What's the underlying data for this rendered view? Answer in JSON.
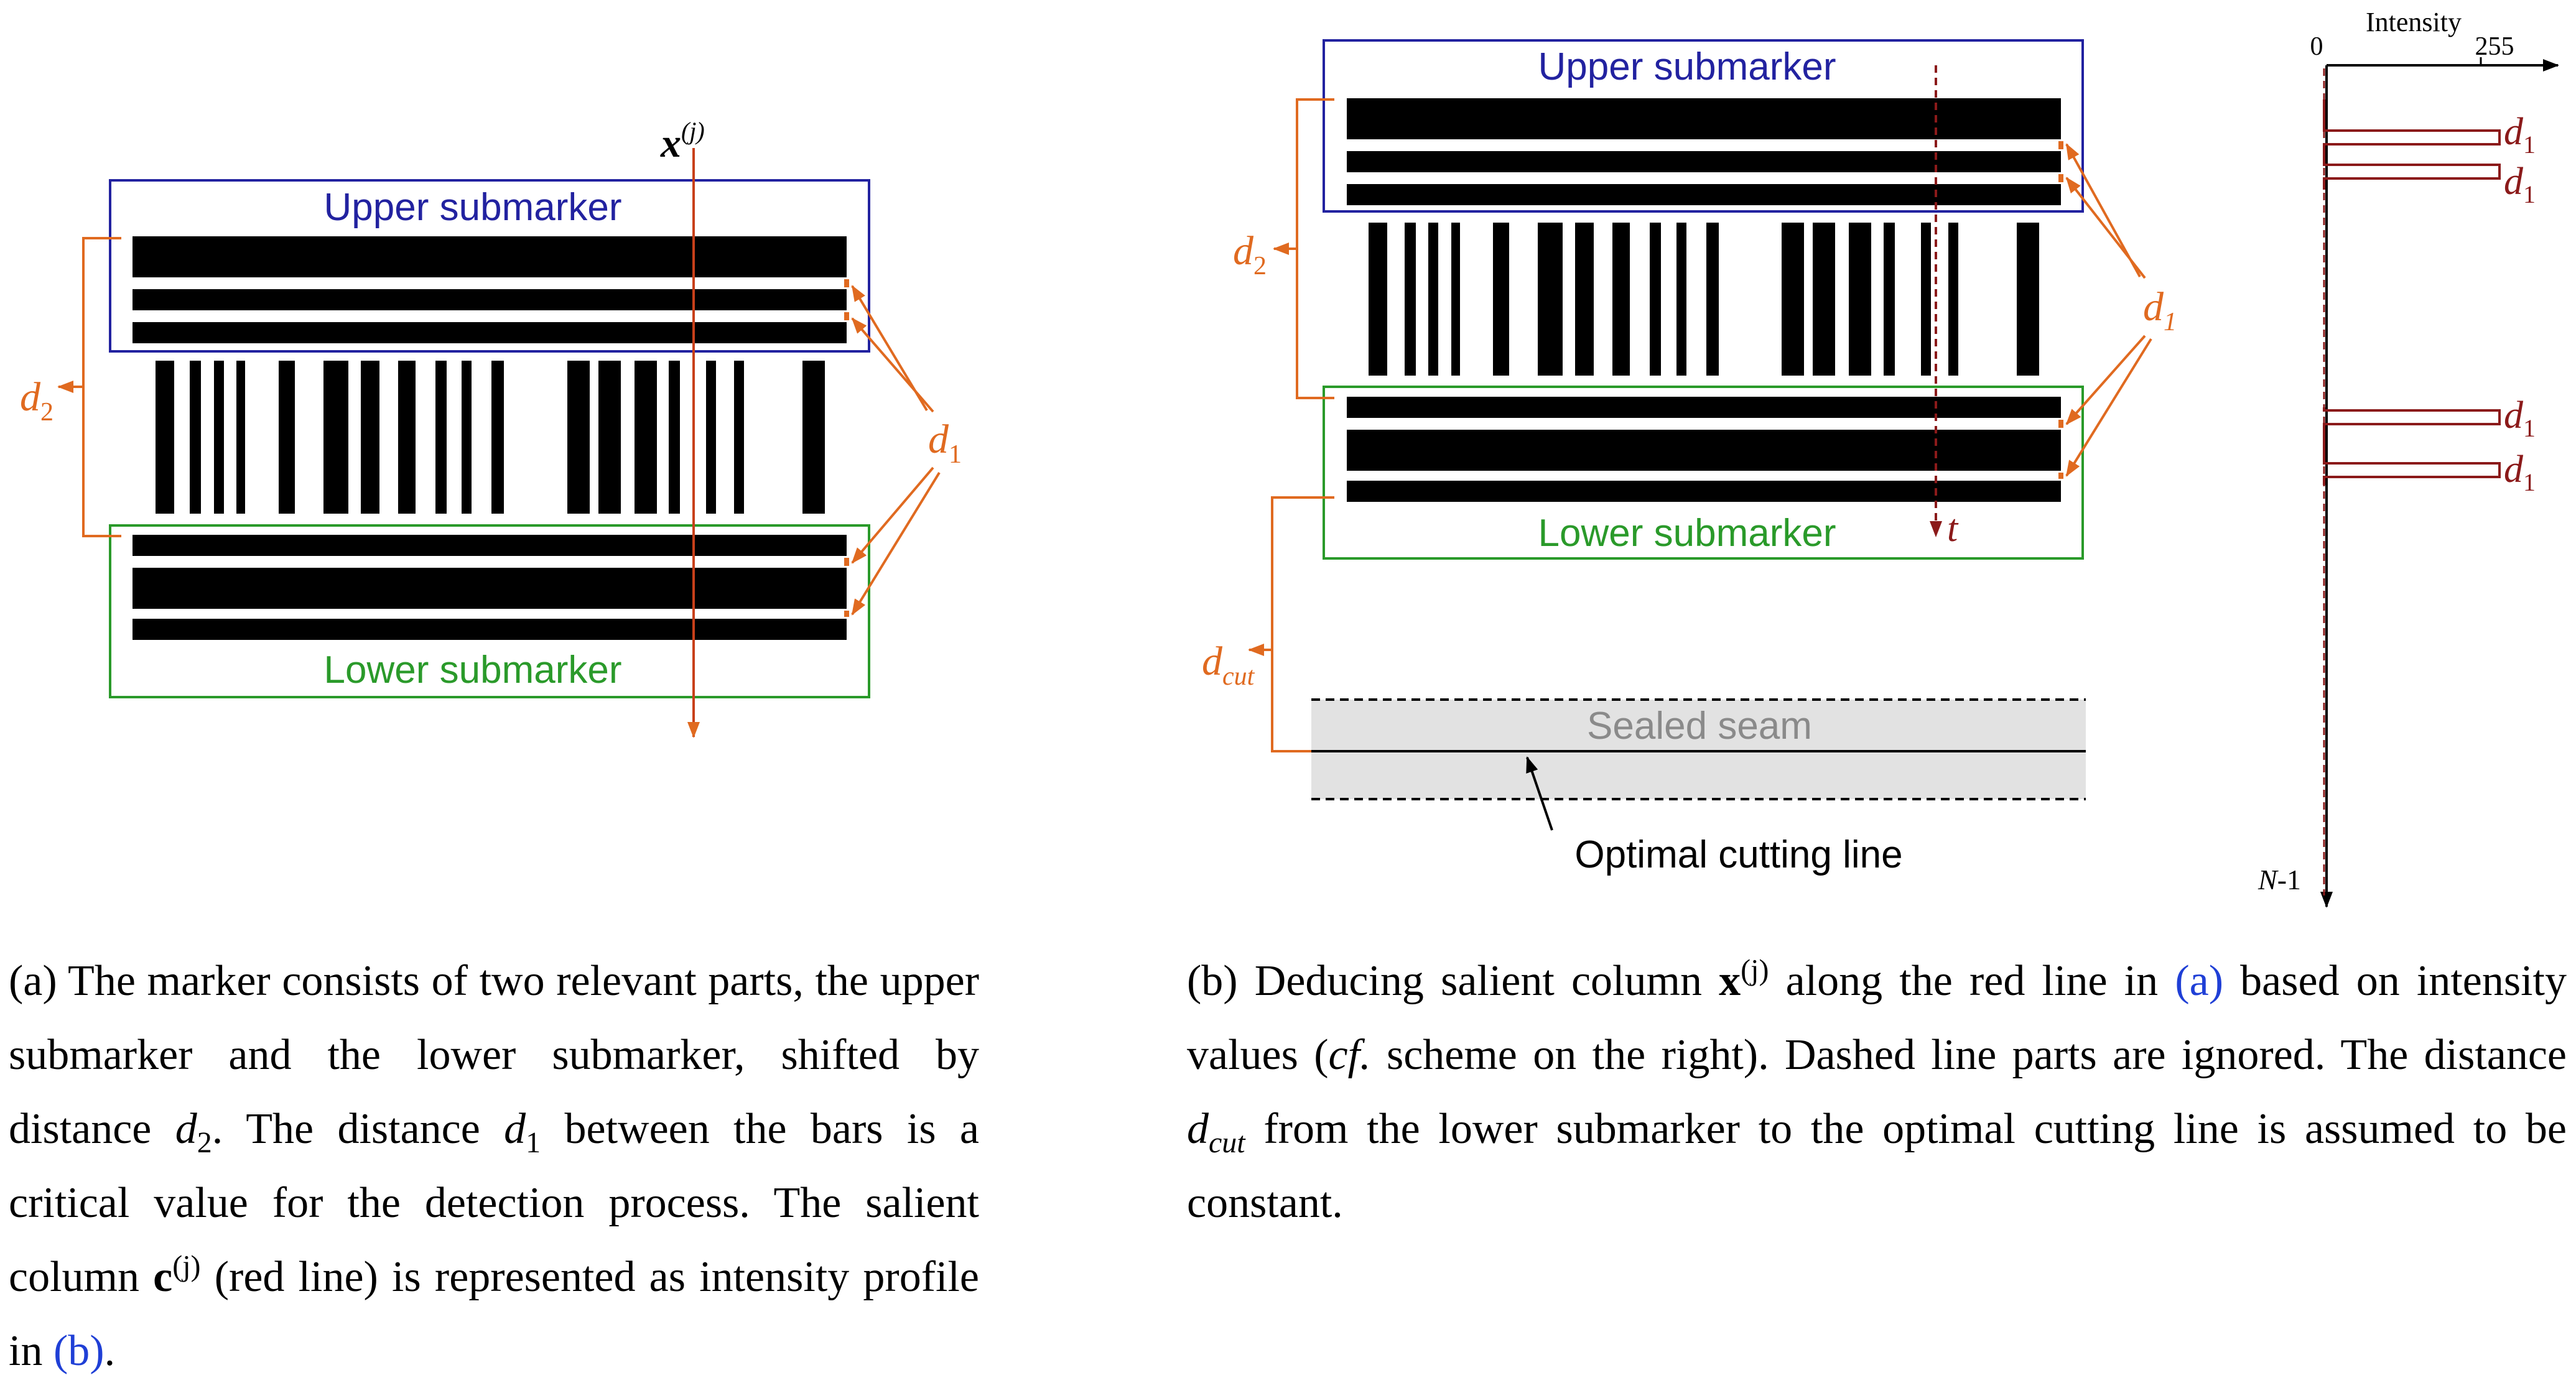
{
  "panel_a": {
    "upper_label": "Upper submarker",
    "lower_label": "Lower submarker",
    "x_label": "x",
    "x_sup": "(j)",
    "d1": "d",
    "d1_sub": "1",
    "d2": "d",
    "d2_sub": "2"
  },
  "panel_b": {
    "upper_label": "Upper submarker",
    "lower_label": "Lower submarker",
    "t_label": "t",
    "d1": "d",
    "d1_sub": "1",
    "d2": "d",
    "d2_sub": "2",
    "dcut": "d",
    "dcut_sub": "cut",
    "seam_label": "Sealed seam",
    "cutting_label": "Optimal cutting line"
  },
  "profile": {
    "axis_title": "Intensity",
    "tick_min": "0",
    "tick_max": "255",
    "n_label_italic": "N",
    "n_label_rest": "-1",
    "peak_label": "d",
    "peak_sub": "1"
  },
  "caption_a": {
    "p1": "(a) The marker consists of two relevant parts, the upper submarker and the lower submarker, shifted by distance ",
    "d2": "d",
    "d2_sub": "2",
    "p2": ". The distance ",
    "d1": "d",
    "d1_sub": "1",
    "p3": " between the bars is a critical value for the detection process. The salient column ",
    "c": "c",
    "c_sup": "(j)",
    "p4": " (red line) is represented as intensity profile in ",
    "ref": "(b)",
    "p5": "."
  },
  "caption_b": {
    "p1": "(b) Deducing salient column ",
    "x": "x",
    "x_sup": "(j)",
    "p2": " along the red line in ",
    "ref": "(a)",
    "p3": " based on intensity values (",
    "cf": "cf.",
    "p4": " scheme on the right). Dashed line parts are ignored. The distance ",
    "dcut": "d",
    "dcut_sub": "cut",
    "p5": " from the lower submarker to the optimal cutting line is assumed to be constant."
  },
  "colors": {
    "blue_box": "#2222a0",
    "green_box": "#2a9a2a",
    "orange": "#e06a20",
    "red_line": "#c8401a",
    "dark_red": "#8b1a1a",
    "seam_fill": "#e2e2e2",
    "seam_text": "#8a8a8a"
  }
}
